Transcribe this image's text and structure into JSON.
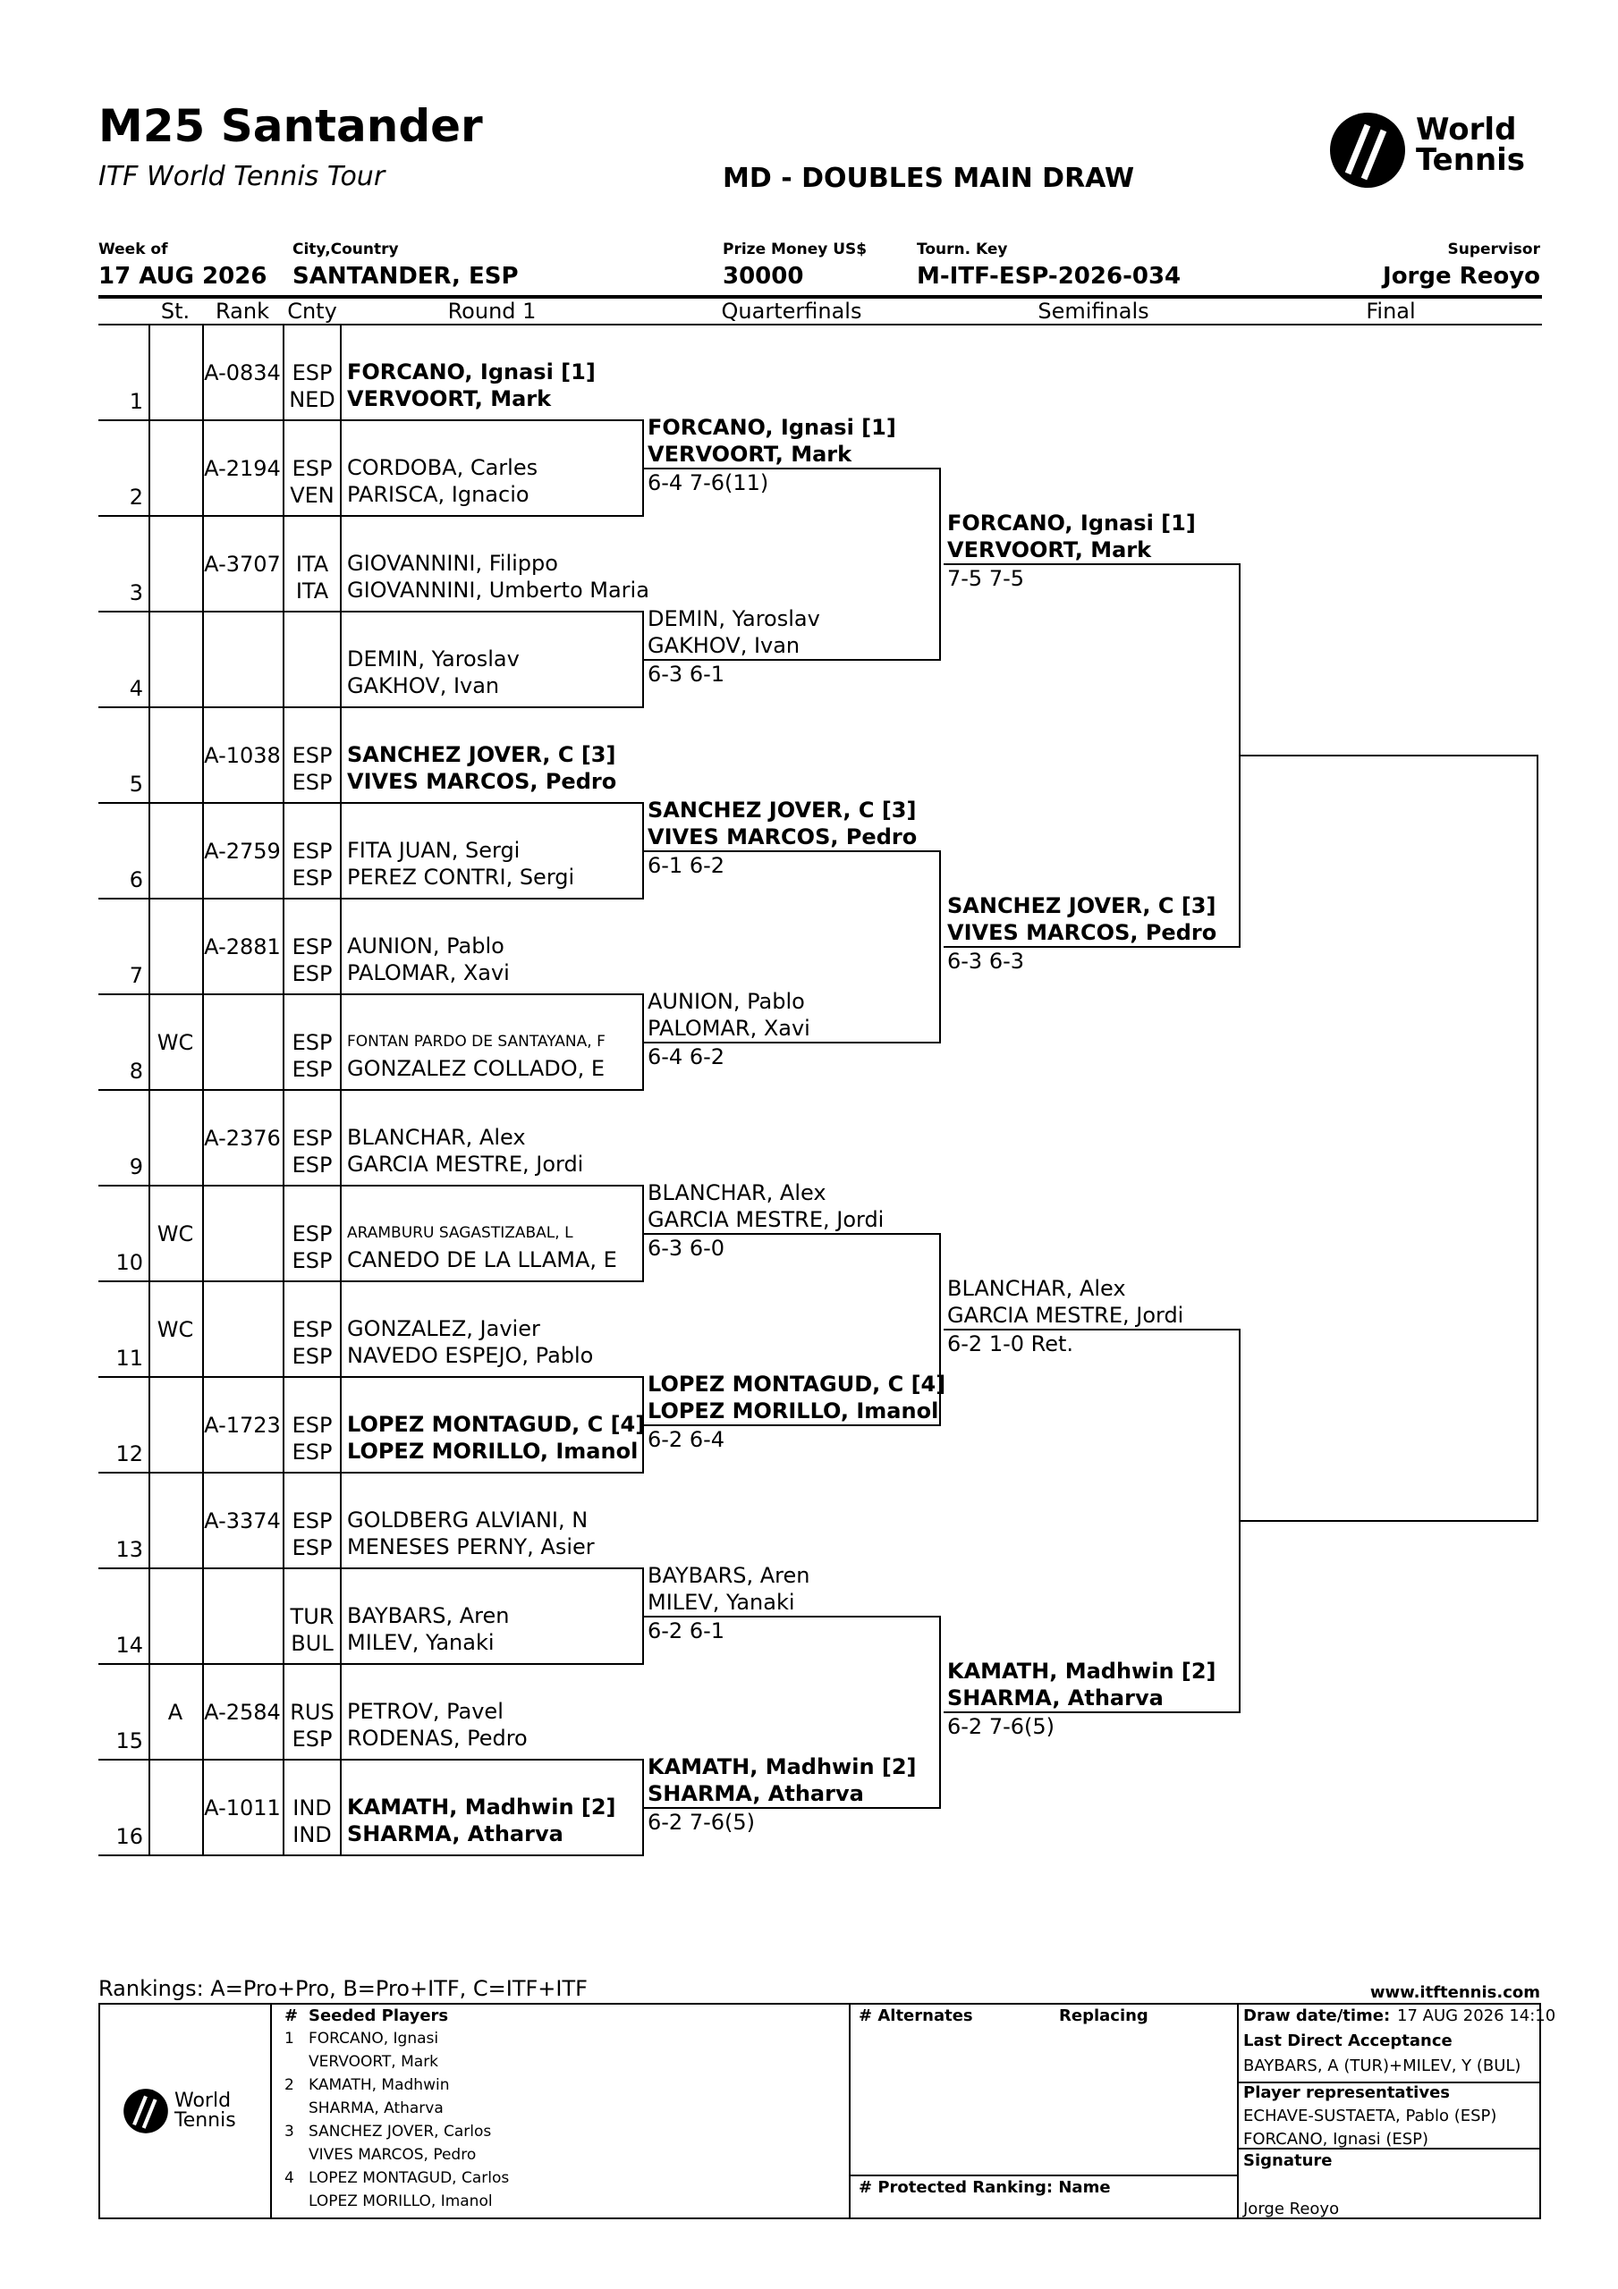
{
  "header": {
    "title": "M25 Santander",
    "subtitle": "ITF World Tennis Tour",
    "draw_type": "MD - DOUBLES MAIN DRAW",
    "logo_text": "World Tennis",
    "week_of_label": "Week of",
    "week_of": "17 AUG 2026",
    "city_label": "City,Country",
    "city": "SANTANDER, ESP",
    "prize_label": "Prize Money US$",
    "prize": "30000",
    "key_label": "Tourn. Key",
    "key": "M-ITF-ESP-2026-034",
    "supervisor_label": "Supervisor",
    "supervisor": "Jorge Reoyo"
  },
  "columns": {
    "st": "St.",
    "rank": "Rank",
    "cnty": "Cnty",
    "round1": "Round 1",
    "qf": "Quarterfinals",
    "sf": "Semifinals",
    "final": "Final"
  },
  "entries": [
    {
      "num": "1",
      "st": "",
      "rank": "A-0834",
      "c1": "ESP",
      "c2": "NED",
      "p1": "FORCANO, Ignasi [1]",
      "p2": "VERVOORT, Mark",
      "bold": true
    },
    {
      "num": "2",
      "st": "",
      "rank": "A-2194",
      "c1": "ESP",
      "c2": "VEN",
      "p1": "CORDOBA, Carles",
      "p2": "PARISCA, Ignacio",
      "bold": false
    },
    {
      "num": "3",
      "st": "",
      "rank": "A-3707",
      "c1": "ITA",
      "c2": "ITA",
      "p1": "GIOVANNINI, Filippo",
      "p2": "GIOVANNINI, Umberto Maria",
      "bold": false
    },
    {
      "num": "4",
      "st": "",
      "rank": "",
      "c1": "",
      "c2": "",
      "p1": "DEMIN, Yaroslav",
      "p2": "GAKHOV, Ivan",
      "bold": false
    },
    {
      "num": "5",
      "st": "",
      "rank": "A-1038",
      "c1": "ESP",
      "c2": "ESP",
      "p1": "SANCHEZ JOVER, C [3]",
      "p2": "VIVES MARCOS, Pedro",
      "bold": true
    },
    {
      "num": "6",
      "st": "",
      "rank": "A-2759",
      "c1": "ESP",
      "c2": "ESP",
      "p1": "FITA JUAN, Sergi",
      "p2": "PEREZ CONTRI, Sergi",
      "bold": false
    },
    {
      "num": "7",
      "st": "",
      "rank": "A-2881",
      "c1": "ESP",
      "c2": "ESP",
      "p1": "AUNION, Pablo",
      "p2": "PALOMAR, Xavi",
      "bold": false
    },
    {
      "num": "8",
      "st": "WC",
      "rank": "",
      "c1": "ESP",
      "c2": "ESP",
      "p1": "FONTAN PARDO DE SANTAYANA, F",
      "p2": "GONZALEZ COLLADO, E",
      "bold": false,
      "small1": true
    },
    {
      "num": "9",
      "st": "",
      "rank": "A-2376",
      "c1": "ESP",
      "c2": "ESP",
      "p1": "BLANCHAR, Alex",
      "p2": "GARCIA MESTRE, Jordi",
      "bold": false
    },
    {
      "num": "10",
      "st": "WC",
      "rank": "",
      "c1": "ESP",
      "c2": "ESP",
      "p1": "ARAMBURU SAGASTIZABAL, L",
      "p2": "CANEDO DE LA LLAMA, E",
      "bold": false,
      "small1": true
    },
    {
      "num": "11",
      "st": "WC",
      "rank": "",
      "c1": "ESP",
      "c2": "ESP",
      "p1": "GONZALEZ, Javier",
      "p2": "NAVEDO ESPEJO, Pablo",
      "bold": false
    },
    {
      "num": "12",
      "st": "",
      "rank": "A-1723",
      "c1": "ESP",
      "c2": "ESP",
      "p1": "LOPEZ MONTAGUD, C [4]",
      "p2": "LOPEZ MORILLO, Imanol",
      "bold": true
    },
    {
      "num": "13",
      "st": "",
      "rank": "A-3374",
      "c1": "ESP",
      "c2": "ESP",
      "p1": "GOLDBERG ALVIANI, N",
      "p2": "MENESES PERNY, Asier",
      "bold": false
    },
    {
      "num": "14",
      "st": "",
      "rank": "",
      "c1": "TUR",
      "c2": "BUL",
      "p1": "BAYBARS, Aren",
      "p2": "MILEV, Yanaki",
      "bold": false
    },
    {
      "num": "15",
      "st": "A",
      "rank": "A-2584",
      "c1": "RUS",
      "c2": "ESP",
      "p1": "PETROV, Pavel",
      "p2": "RODENAS, Pedro",
      "bold": false
    },
    {
      "num": "16",
      "st": "",
      "rank": "A-1011",
      "c1": "IND",
      "c2": "IND",
      "p1": "KAMATH, Madhwin [2]",
      "p2": "SHARMA, Atharva",
      "bold": true
    }
  ],
  "quarterfinals": [
    {
      "p1": "FORCANO, Ignasi [1]",
      "p2": "VERVOORT, Mark",
      "score": "6-4 7-6(11)",
      "bold": true
    },
    {
      "p1": "DEMIN, Yaroslav",
      "p2": "GAKHOV, Ivan",
      "score": "6-3 6-1",
      "bold": false
    },
    {
      "p1": "SANCHEZ JOVER, C [3]",
      "p2": "VIVES MARCOS, Pedro",
      "score": "6-1 6-2",
      "bold": true
    },
    {
      "p1": "AUNION, Pablo",
      "p2": "PALOMAR, Xavi",
      "score": "6-4 6-2",
      "bold": false
    },
    {
      "p1": "BLANCHAR, Alex",
      "p2": "GARCIA MESTRE, Jordi",
      "score": "6-3 6-0",
      "bold": false
    },
    {
      "p1": "LOPEZ MONTAGUD, C [4]",
      "p2": "LOPEZ MORILLO, Imanol",
      "score": "6-2 6-4",
      "bold": true
    },
    {
      "p1": "BAYBARS, Aren",
      "p2": "MILEV, Yanaki",
      "score": "6-2 6-1",
      "bold": false
    },
    {
      "p1": "KAMATH, Madhwin [2]",
      "p2": "SHARMA, Atharva",
      "score": "6-2 7-6(5)",
      "bold": true
    }
  ],
  "semifinals": [
    {
      "p1": "FORCANO, Ignasi [1]",
      "p2": "VERVOORT, Mark",
      "score": "7-5 7-5",
      "bold": true
    },
    {
      "p1": "SANCHEZ JOVER, C [3]",
      "p2": "VIVES MARCOS, Pedro",
      "score": "6-3 6-3",
      "bold": true
    },
    {
      "p1": "BLANCHAR, Alex",
      "p2": "GARCIA MESTRE, Jordi",
      "score": "6-2 1-0 Ret.",
      "bold": false
    },
    {
      "p1": "KAMATH, Madhwin [2]",
      "p2": "SHARMA, Atharva",
      "score": "6-2 7-6(5)",
      "bold": true
    }
  ],
  "footer": {
    "rankings_note": "Rankings: A=Pro+Pro, B=Pro+ITF, C=ITF+ITF",
    "website": "www.itftennis.com",
    "logo_text": "World Tennis",
    "seeded_header_num": "#",
    "seeded_header": "Seeded Players",
    "seeds": [
      {
        "n": "1",
        "a": "FORCANO, Ignasi",
        "b": "VERVOORT, Mark"
      },
      {
        "n": "2",
        "a": "KAMATH, Madhwin",
        "b": "SHARMA, Atharva"
      },
      {
        "n": "3",
        "a": "SANCHEZ JOVER, Carlos",
        "b": "VIVES MARCOS, Pedro"
      },
      {
        "n": "4",
        "a": "LOPEZ MONTAGUD, Carlos",
        "b": "LOPEZ MORILLO, Imanol"
      }
    ],
    "alternates_header": "# Alternates",
    "replacing_header": "Replacing",
    "protected_header": "#  Protected Ranking: Name",
    "draw_date_label": "Draw date/time:",
    "draw_date": "17 AUG 2026 14:10",
    "lda_label": "Last Direct Acceptance",
    "lda": "BAYBARS, A (TUR)+MILEV, Y (BUL)",
    "reps_label": "Player representatives",
    "rep1": "ECHAVE-SUSTAETA, Pablo (ESP)",
    "rep2": "FORCANO, Ignasi (ESP)",
    "signature_label": "Signature",
    "signature": "Jorge Reoyo"
  }
}
